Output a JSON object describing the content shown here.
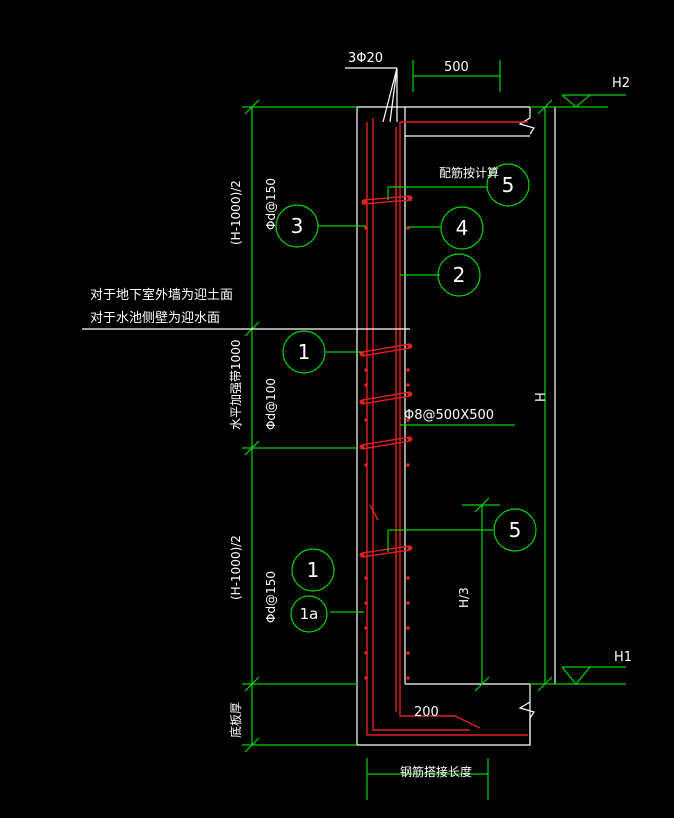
{
  "labels": {
    "top_bars": "3Φ20",
    "top_dim": "500",
    "elev_top": "H2",
    "elev_bottom": "H1",
    "rebar_calc": "配筋按计算",
    "left_dim_upper": "(H-1000)/2",
    "upper_spacing": "Φd@150",
    "soil_note_line1": "对于地下室外墙为迎土面",
    "soil_note_line2": "对于水池侧壁为迎水面",
    "mid_band": "水平加强带1000",
    "mid_spacing": "Φd@100",
    "tie_spacing": "Φ8@500X500",
    "height": "H",
    "left_dim_lower": "(H-1000)/2",
    "lower_spacing": "Φd@150",
    "h_third": "H/3",
    "bottom_dim": "200",
    "slab_thickness": "底板厚",
    "anchor_length": "钢筋搭接长度"
  },
  "callouts": {
    "c5_top": "5",
    "c3": "3",
    "c4": "4",
    "c2": "2",
    "c1_mid": "1",
    "c5_low": "5",
    "c1_low": "1",
    "c1a": "1a"
  },
  "colors": {
    "background": "#000000",
    "dimension_lines": "#00d400",
    "concrete_outline": "#ffffff",
    "rebar": "#e02020"
  }
}
